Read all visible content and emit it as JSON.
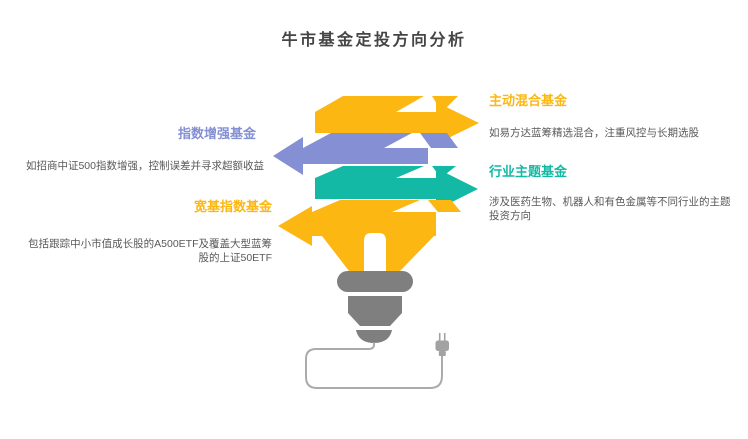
{
  "title": "牛市基金定投方向分析",
  "colors": {
    "yellow": "#fcb713",
    "purple": "#8590d4",
    "teal": "#13b9a4",
    "bulb_gray": "#7f7f7f",
    "cord_gray": "#ababab",
    "plug_gray": "#a2a2a2",
    "title_text": "#454545",
    "desc_text": "#595959",
    "background": "#ffffff",
    "slot_white": "#ffffff"
  },
  "sections": [
    {
      "id": "active-mixed-fund",
      "label": "主动混合基金",
      "color": "#fcb713",
      "side": "right",
      "arrow_direction": "right",
      "lines": [
        "如易方达蓝筹精选混合，注重风控与长期选股"
      ]
    },
    {
      "id": "index-enhanced-fund",
      "label": "指数增强基金",
      "color": "#8590d4",
      "side": "left",
      "arrow_direction": "left",
      "lines": [
        "如招商中证500指数增强，控制误差并寻求超额收益"
      ]
    },
    {
      "id": "industry-theme-fund",
      "label": "行业主题基金",
      "color": "#13b9a4",
      "side": "right",
      "arrow_direction": "right",
      "lines": [
        "涉及医药生物、机器人和有色金属等不同行业的主题",
        "投资方向"
      ]
    },
    {
      "id": "broad-index-fund",
      "label": "宽基指数基金",
      "color": "#fcb713",
      "side": "left",
      "arrow_direction": "left",
      "lines": [
        "包括跟踪中小市值成长股的A500ETF及覆盖大型蓝筹",
        "股的上证50ETF"
      ]
    }
  ],
  "illustration": {
    "type": "lightbulb-made-of-ribbon-arrows",
    "parts": [
      "ribbon-arrow",
      "bulb-neck",
      "bulb-screw-cap",
      "bulb-base",
      "bulb-tip",
      "power-cord",
      "power-plug"
    ]
  }
}
